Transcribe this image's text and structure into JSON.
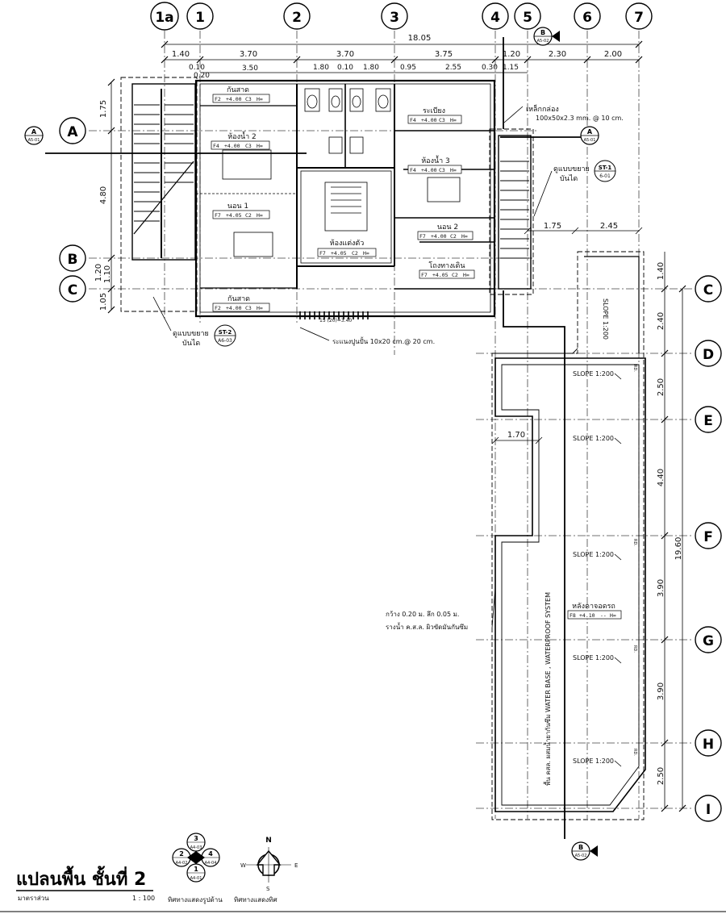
{
  "axes_top": [
    "1a",
    "1",
    "2",
    "3",
    "4",
    "5",
    "6",
    "7"
  ],
  "axes_left": [
    "A",
    "B",
    "C"
  ],
  "axes_right": [
    "C",
    "D",
    "E",
    "F",
    "G",
    "H",
    "I"
  ],
  "dims_top_overall": "18.05",
  "dims_top_row1": [
    "1.40",
    "3.70",
    "3.70",
    "3.75",
    "1.20",
    "2.30",
    "2.00"
  ],
  "dims_top_row2": [
    "0.10",
    "3.50",
    "1.80",
    "0.10",
    "1.80",
    "0.95",
    "2.55",
    "0.30",
    "1.15"
  ],
  "dim_top_small": "0.20",
  "dims_left": [
    "1.75",
    "4.80",
    "1.20",
    "1.10",
    "1.05"
  ],
  "dims_right_small": [
    "1.40",
    "2.40",
    "2.50",
    "4.40",
    "3.90",
    "3.90",
    "2.50"
  ],
  "dim_right_overall": "19.60",
  "dims_mid": [
    "1.75",
    "2.45"
  ],
  "dim_terrace_step": "1.70",
  "rooms": [
    {
      "name": "กันสาด",
      "tag": [
        "F2",
        "+4.00",
        "C3",
        "H="
      ]
    },
    {
      "name": "ห้องน้ำ 2",
      "tag": [
        "F4",
        "+4.00",
        "C3",
        "H="
      ]
    },
    {
      "name": "นอน 1",
      "tag": [
        "F7",
        "+4.05",
        "C2",
        "H="
      ]
    },
    {
      "name": "ห้องแต่งตัว",
      "tag": [
        "F7",
        "+4.05",
        "C2",
        "H="
      ]
    },
    {
      "name": "ระเบียง",
      "tag": [
        "F4",
        "+4.00",
        "C3",
        "H="
      ]
    },
    {
      "name": "ห้องน้ำ 3",
      "tag": [
        "F4",
        "+4.00",
        "C3",
        "H="
      ]
    },
    {
      "name": "นอน 2",
      "tag": [
        "F7",
        "+4.00",
        "C2",
        "H="
      ]
    },
    {
      "name": "โถงทางเดิน",
      "tag": [
        "F7",
        "+4.05",
        "C2",
        "H="
      ]
    },
    {
      "name": "กันสาด",
      "tag": [
        "F2",
        "+4.00",
        "C3",
        "H="
      ]
    },
    {
      "name": "หลังคาจอดรถ",
      "tag": [
        "F8",
        "+4.10",
        "--",
        "H="
      ]
    }
  ],
  "notes": {
    "steel": "เหล็กกล่อง",
    "steel_spec": "100x50x2.3 mm. @ 10 cm.",
    "stair1": "ดูแบบขยาย",
    "stair1b": "บันได",
    "stair1_tag": "ST-1",
    "stair1_ref": "6-01",
    "stair2": "ดูแบบขยาย",
    "stair2b": "บันได",
    "stair2_tag": "ST-2",
    "stair2_ref": "A6-03",
    "louver": "ระแนงปูนปั้น 10x20 cm.@ 20 cm.",
    "gutter1": "กว้าง 0.20 ม. ลึก 0.05 ม.",
    "gutter2": "รางน้ำ ค.ส.ล. ผิวขัดมันกันซึม",
    "waterproof": "พื้น คสล. ผสมน้ำยากันซึม WATER BASE , WATERPROOF SYSTEM",
    "slope": "SLOPE 1:200",
    "slope_v": "SLOPE 1:200",
    "rd": "RD.",
    "stair_label": "15 (20)=3.40"
  },
  "section_marks": [
    {
      "letter": "A",
      "ref": "A5-01"
    },
    {
      "letter": "B",
      "ref": "A5-02"
    }
  ],
  "title": "แปลนพื้น ชั้นที่  2",
  "scale_label": "มาตราส่วน",
  "scale_value": "1 : 100",
  "legend_section": {
    "caption": "ทิศทางแสดงรูปด้าน",
    "n": [
      "3",
      "2",
      "4",
      "1"
    ],
    "refs": [
      "A4-03",
      "A4-02",
      "A4-04",
      "A4-01"
    ]
  },
  "legend_north": {
    "caption": "ทิศทางแสดงทิศ",
    "n": "N",
    "e": "E",
    "w": "W",
    "s": "S"
  }
}
